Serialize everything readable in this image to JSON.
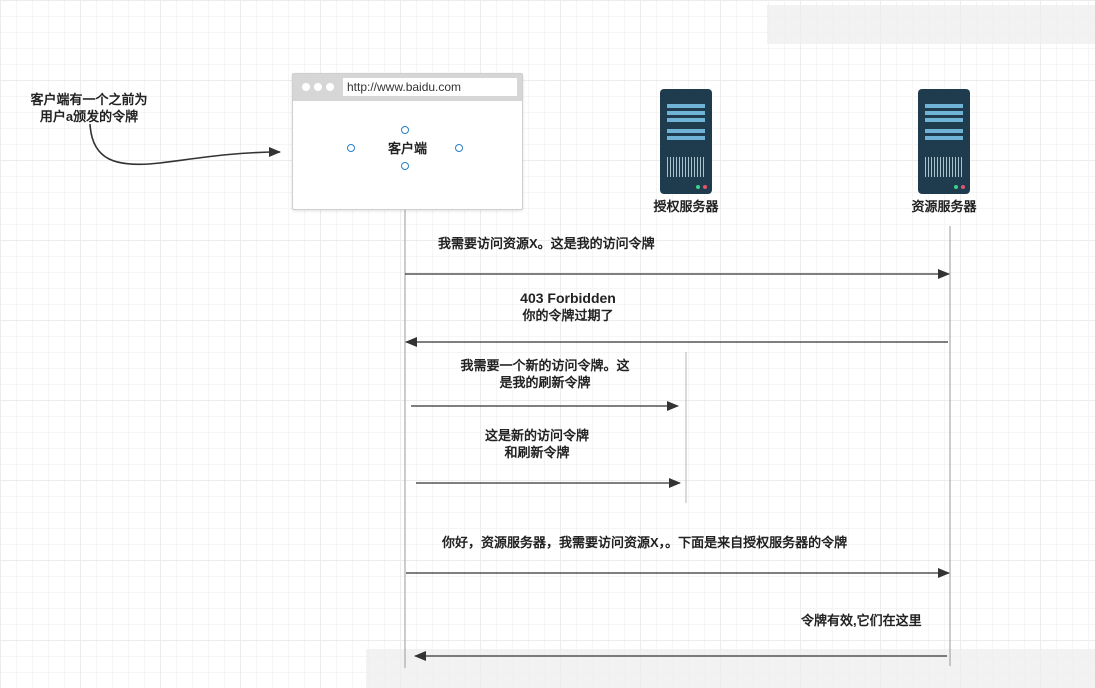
{
  "browser": {
    "url": "http://www.baidu.com",
    "label": "客户端"
  },
  "servers": {
    "auth_label": "授权服务器",
    "resource_label": "资源服务器"
  },
  "note": {
    "line1": "客户端有一个之前为",
    "line2": "用户a颁发的令牌"
  },
  "messages": {
    "m1": "我需要访问资源X。这是我的访问令牌",
    "m2_line1": "403 Forbidden",
    "m2_line2": "你的令牌过期了",
    "m3_line1": "我需要一个新的访问令牌。这",
    "m3_line2": "是我的刷新令牌",
    "m4_line1": "这是新的访问令牌",
    "m4_line2": "和刷新令牌",
    "m5": "你好，资源服务器，我需要访问资源X，。下面是来自授权服务器的令牌",
    "m6": "令牌有效,它们在这里"
  },
  "colors": {
    "line": "#333333",
    "lifeline": "#9a9a9a",
    "server_body": "#1f3c4f",
    "server_slot": "#6fb4d6",
    "selection_handle": "#2a7fc9"
  }
}
